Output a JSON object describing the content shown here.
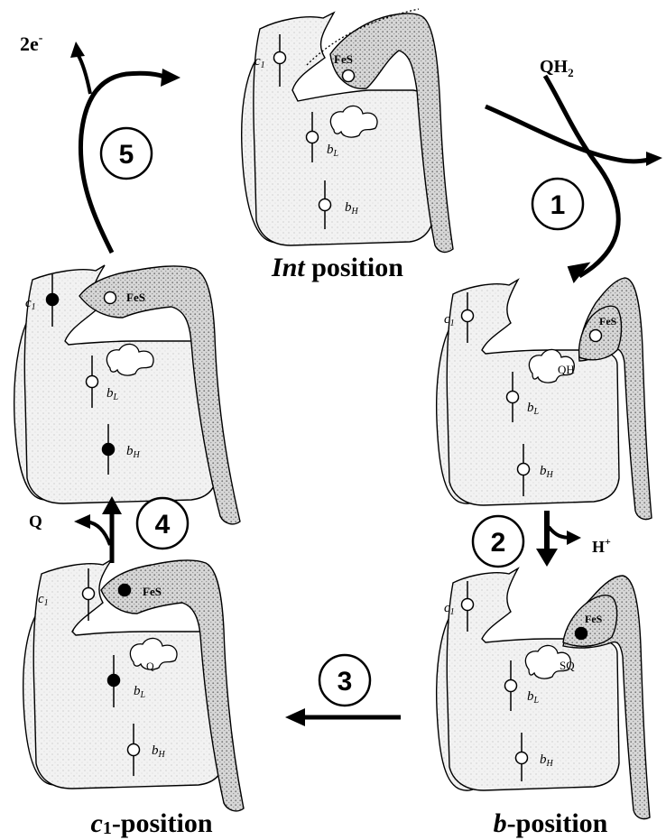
{
  "labels": {
    "electrons": "2e",
    "electrons_sup": "-",
    "qh2_main": "QH",
    "qh2_sub": "2",
    "proton_main": "H",
    "proton_sup": "+",
    "quinone": "Q"
  },
  "complex": {
    "c1": "c",
    "c1_sub": "1",
    "bl": "b",
    "bl_sub": "L",
    "bh": "b",
    "bh_sub": "H",
    "fes": "FeS",
    "qh_site": "QH",
    "sq_site": "SQ",
    "q_site": "Q"
  },
  "titles": {
    "int_italic": "Int",
    "int_rest": " position",
    "b_italic": "b",
    "b_rest": "-position",
    "c1_italic": "c",
    "c1_sub": "1",
    "c1_rest": "-position"
  },
  "steps": [
    "1",
    "2",
    "3",
    "4",
    "5"
  ]
}
